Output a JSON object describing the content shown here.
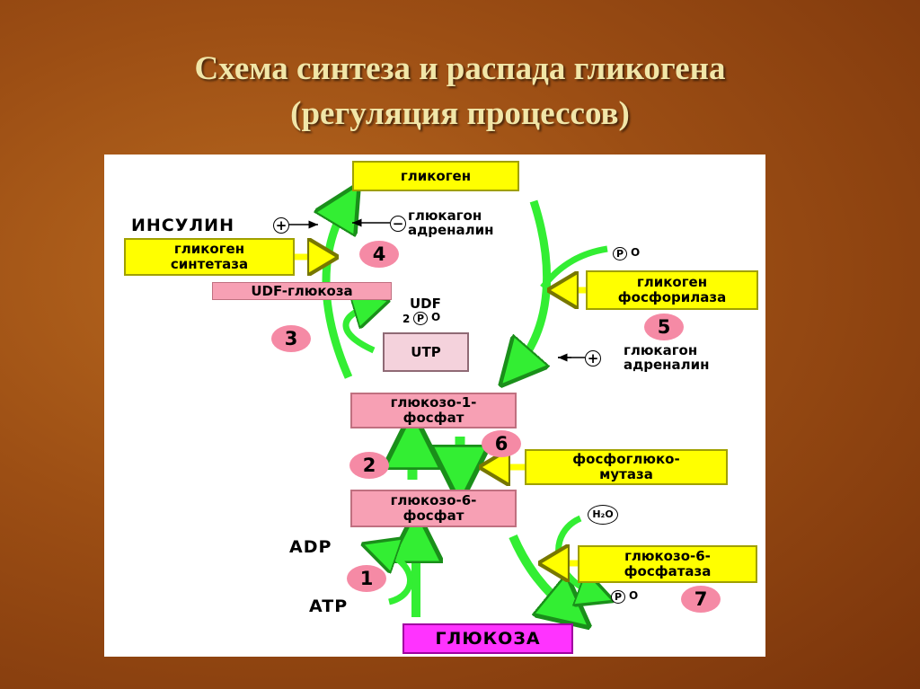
{
  "title_line1": "Схема синтеза и распада гликогена",
  "title_line2": "(регуляция процессов)",
  "nodes": {
    "glycogen": "гликоген",
    "glucose1p_line1": "глюкозо-1-",
    "glucose1p_line2": "фосфат",
    "glucose6p_line1": "глюкозо-6-",
    "glucose6p_line2": "фосфат",
    "glucose": "ГЛЮКОЗА",
    "udf_glucose": "UDF-глюкоза",
    "utp": "UTP"
  },
  "enzymes": {
    "glycogen_synthase_line1": "гликоген",
    "glycogen_synthase_line2": "синтетаза",
    "glycogen_phosphorylase_line1": "гликоген",
    "glycogen_phosphorylase_line2": "фосфорилаза",
    "phosphoglucomutase_line1": "фосфоглюко-",
    "phosphoglucomutase_line2": "мутаза",
    "glucose6phosphatase_line1": "глюкозо-6-",
    "glucose6phosphatase_line2": "фосфатаза"
  },
  "regulators": {
    "insulin": "ИНСУЛИН",
    "plus": "+",
    "minus": "−",
    "glucagon": "глюкагон",
    "adrenaline": "адреналин",
    "glucagon2": "глюкагон",
    "adrenaline2": "адреналин"
  },
  "cofactors": {
    "udf": "UDF",
    "two": "2",
    "p": "P",
    "o": "O",
    "adp": "ADP",
    "atp": "ATP",
    "h2o": "H₂O"
  },
  "steps": [
    "1",
    "2",
    "3",
    "4",
    "5",
    "6",
    "7"
  ],
  "colors": {
    "arrow_green": "#33ee33",
    "box_yellow": "#ffff00",
    "box_pink": "#f7a0b4",
    "box_magenta": "#ff33ff",
    "circle_pink": "#f58aa5",
    "title": "#f1e6a8"
  }
}
